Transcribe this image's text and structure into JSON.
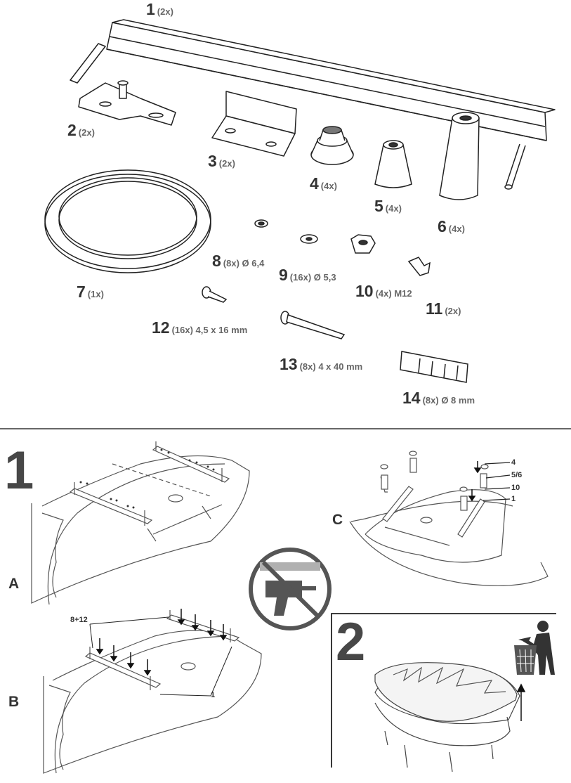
{
  "parts": [
    {
      "num": "1",
      "qty": "(2x)"
    },
    {
      "num": "2",
      "qty": "(2x)"
    },
    {
      "num": "3",
      "qty": "(2x)"
    },
    {
      "num": "4",
      "qty": "(4x)"
    },
    {
      "num": "5",
      "qty": "(4x)"
    },
    {
      "num": "6",
      "qty": "(4x)"
    },
    {
      "num": "7",
      "qty": "(1x)"
    },
    {
      "num": "8",
      "qty": "(8x) Ø 6,4"
    },
    {
      "num": "9",
      "qty": "(16x) Ø 5,3"
    },
    {
      "num": "10",
      "qty": "(4x) M12"
    },
    {
      "num": "11",
      "qty": "(2x)"
    },
    {
      "num": "12",
      "qty": "(16x) 4,5 x 16 mm"
    },
    {
      "num": "13",
      "qty": "(8x) 4 x 40 mm"
    },
    {
      "num": "14",
      "qty": "(8x) Ø 8 mm"
    }
  ],
  "steps": {
    "step1": "1",
    "step2": "2",
    "sub_a": "A",
    "sub_b": "B",
    "sub_c": "C"
  },
  "callouts": {
    "b_screws": "8+12",
    "b_rail": "1",
    "c_foot": "4",
    "c_leg": "5/6",
    "c_nut": "10",
    "c_rail": "1"
  },
  "icons": [
    "no-drill-icon",
    "trash-bin-icon"
  ]
}
